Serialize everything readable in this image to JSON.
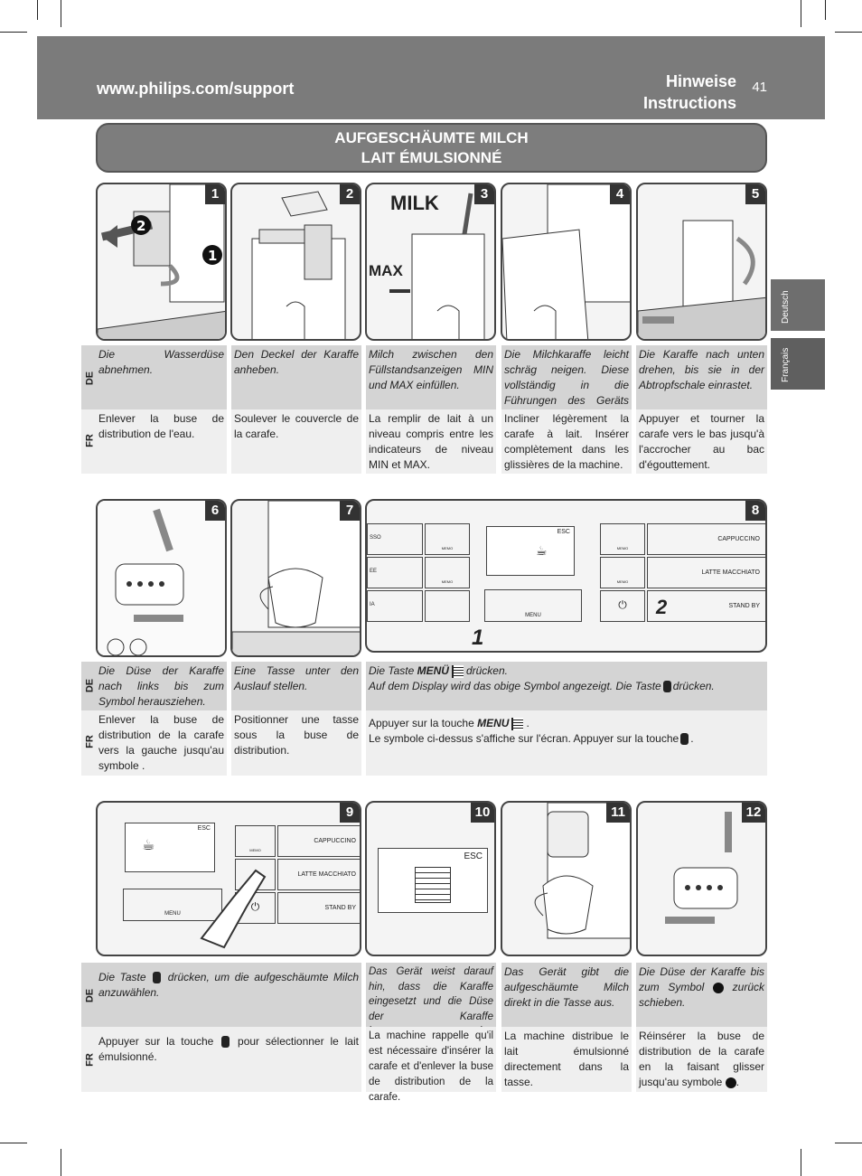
{
  "header": {
    "url": "www.philips.com/support",
    "title_line1": "Hinweise",
    "title_line2": "Instructions",
    "page_number": "41"
  },
  "section": {
    "title_de": "AUFGESCHÄUMTE MILCH",
    "title_fr": "LAIT ÉMULSIONNÉ"
  },
  "tabs": [
    {
      "label": "Deutsch"
    },
    {
      "label": "Français"
    }
  ],
  "lang": {
    "de": "DE",
    "fr": "FR"
  },
  "steps": [
    {
      "n": "1",
      "de": "Die Wasserdüse abnehmen.",
      "fr": "Enlever la buse de distribution de l'eau."
    },
    {
      "n": "2",
      "de": "Den Deckel der Karaffe anheben.",
      "fr": "Soulever le couvercle de la carafe."
    },
    {
      "n": "3",
      "de": "Milch zwischen den Füllstandsanzeigen MIN und MAX einfüllen.",
      "fr": "La remplir de lait à un niveau compris entre les indicateurs de niveau MIN et MAX.",
      "img_text1": "MILK",
      "img_text2": "MAX"
    },
    {
      "n": "4",
      "de": "Die Milchkaraffe leicht schräg neigen. Diese vollständig in die Führungen des Geräts einsetzen.",
      "fr": "Incliner légèrement la carafe à lait. Insérer complètement dans les glissières de la machine."
    },
    {
      "n": "5",
      "de": "Die Karaffe nach unten drehen, bis sie in der Abtropfschale einrastet.",
      "fr": "Appuyer et tourner la carafe vers le bas jusqu'à l'accrocher au bac d'égouttement."
    },
    {
      "n": "6",
      "de": "Die Düse der Karaffe nach links bis zum Symbol herausziehen.",
      "fr": "Enlever la buse de distribution de la carafe vers la gauche jusqu'au symbole ."
    },
    {
      "n": "7",
      "de": "Eine Tasse unter den Auslauf stellen.",
      "fr": "Positionner une tasse sous la buse de distribution."
    },
    {
      "n": "8",
      "de1": "Die Taste",
      "de_menu": "MENÜ",
      "de2": "drücken.",
      "de3": "Auf dem Display wird das obige Symbol angezeigt. Die Taste",
      "de4": "drücken.",
      "fr1": "Appuyer sur la touche",
      "fr_menu": "MENU",
      "fr2": ".",
      "fr3": "Le symbole ci-dessus s'affiche sur l'écran. Appuyer sur la touche",
      "fr4": ".",
      "panel": {
        "l1": "SSO",
        "l2": "EE",
        "l3": "IA",
        "esc": "ESC",
        "menu": "MENU",
        "cappuccino": "CAPPUCCINO",
        "latte": "LATTE MACCHIATO",
        "standby": "STAND BY",
        "memo": "MEMO",
        "c1": "1",
        "c2": "2"
      }
    },
    {
      "n": "9",
      "de1": "Die Taste",
      "de2": "drücken, um die aufgeschäumte Milch anzuwählen.",
      "fr1": "Appuyer sur la touche",
      "fr2": "pour sélectionner le lait émulsionné.",
      "panel": {
        "esc": "ESC",
        "menu": "MENU",
        "cappuccino": "CAPPUCCINO",
        "latte": "LATTE MACCHIATO",
        "standby": "STAND BY",
        "memo": "MEMO"
      }
    },
    {
      "n": "10",
      "de": "Das Gerät weist darauf hin, dass die Karaffe eingesetzt und die Düse der Karaffe herausgezogen werden muss.",
      "fr": "La machine rappelle qu'il est nécessaire d'insérer la carafe et d'enlever la buse de distribution de la carafe.",
      "esc": "ESC"
    },
    {
      "n": "11",
      "de": "Das Gerät gibt die aufgeschäumte Milch direkt in die Tasse aus.",
      "fr": "La machine distribue le lait émulsionné directement dans la tasse."
    },
    {
      "n": "12",
      "de1": "Die Düse der Karaffe bis zum Symbol",
      "de2": "zurück schieben.",
      "fr1": "Réinsérer la buse de distribution de la carafe en la faisant glisser jusqu'au symbole",
      "fr2": "."
    }
  ]
}
